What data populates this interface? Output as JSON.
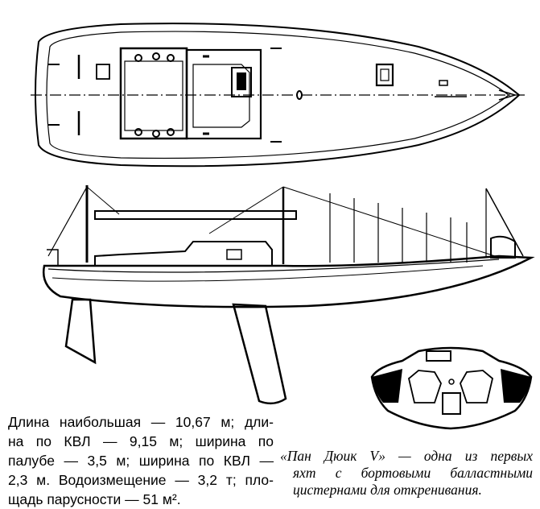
{
  "specs": {
    "lines": [
      "Длина наибольшая — 10,67 м; дли-",
      "на по КВЛ — 9,15 м; ширина по",
      "палубе — 3,5 м; ширина по КВЛ —",
      "2,3 м. Водоизмещение — 3,2 т; пло-",
      "щадь парусности — 51 м²."
    ]
  },
  "caption": {
    "lines": [
      "«Пан Дюик V» — одна из первых",
      "яхт с бортовыми балластными",
      "цистернами для откренивания."
    ]
  },
  "colors": {
    "ink": "#000000",
    "paper": "#ffffff"
  }
}
